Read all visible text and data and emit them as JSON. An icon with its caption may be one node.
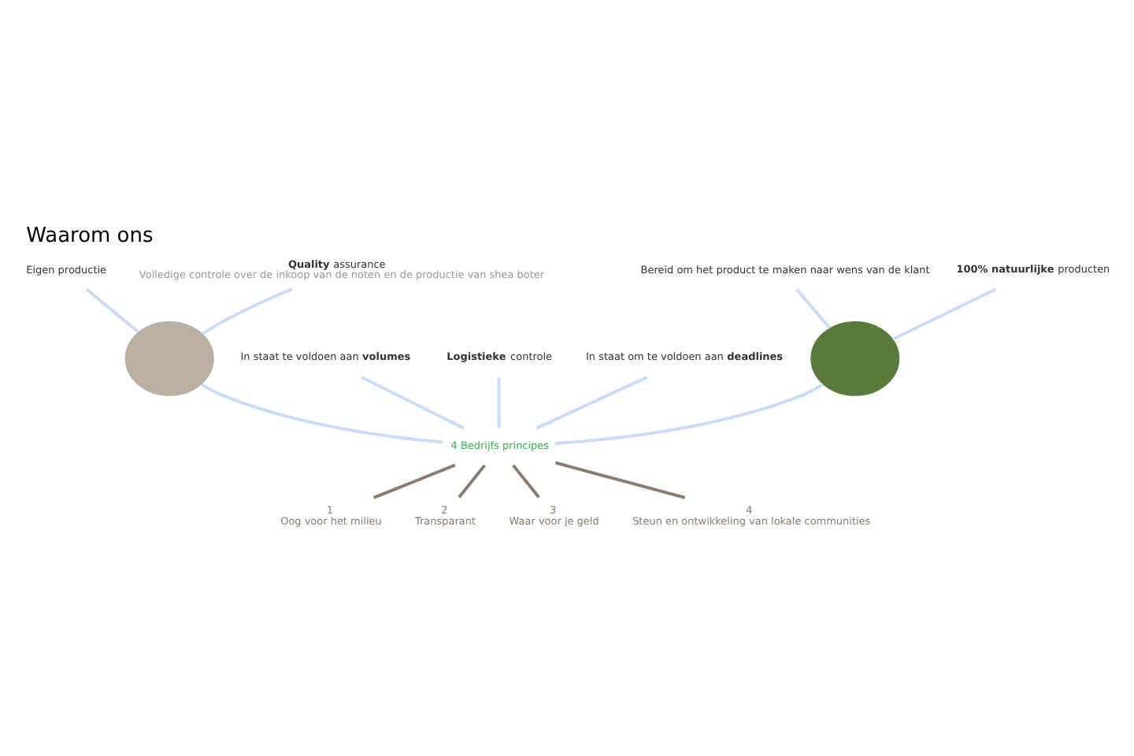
{
  "diagram": {
    "title": "Waarom ons",
    "nodes": [
      {
        "text": [
          "Eigen productie"
        ]
      },
      {
        "text": [
          "**Quality** assurance",
          "Volledige controle over de inkoop van de noten en de productie van shea boter"
        ]
      },
      {
        "text": [],
        "shape": "circle"
      },
      {
        "text": [
          "In staat te voldoen aan **volumes**"
        ]
      },
      {
        "text": [
          "Bereid om het product te maken naar wens van de klant"
        ]
      },
      {
        "text": [
          "**Logistieke** controle"
        ]
      },
      {
        "text": [
          "**100% natuurlijke** producten"
        ]
      },
      {
        "text": [
          "In staat om te voldoen aan **deadlines**"
        ]
      },
      {
        "text": [],
        "shape": "circle"
      },
      {
        "text": [
          "4 Bedrijfs principes"
        ]
      },
      {
        "text": [
          "1",
          "Oog voor het milieu"
        ]
      },
      {
        "text": [
          "2",
          "Transparant"
        ]
      },
      {
        "text": [
          "3",
          "Waar voor je geld"
        ]
      },
      {
        "text": [
          "4",
          "Steun en ontwikkeling van lokale communities"
        ]
      }
    ],
    "edges": [
      {
        "from": 0,
        "to": 2,
        "arrow": "none"
      },
      {
        "from": 1,
        "to": 2,
        "arrow": "none"
      },
      {
        "from": 2,
        "to": 9,
        "arrow": "none"
      },
      {
        "from": 3,
        "to": 9,
        "arrow": "none"
      },
      {
        "from": 4,
        "to": 8,
        "arrow": "none"
      },
      {
        "from": 6,
        "to": 8,
        "arrow": "none"
      },
      {
        "from": 8,
        "to": 9,
        "arrow": "none"
      },
      {
        "from": 5,
        "to": 9,
        "arrow": "none"
      },
      {
        "from": 7,
        "to": 9,
        "arrow": "none"
      },
      {
        "from": 9,
        "to": 10,
        "arrow": "none",
        "color": "#8b7b6b"
      },
      {
        "from": 9,
        "to": 11,
        "arrow": "none",
        "color": "#8b7b6b"
      },
      {
        "from": 9,
        "to": 12,
        "arrow": "none",
        "color": "#8b7b6b"
      },
      {
        "from": 9,
        "to": 13,
        "arrow": "none",
        "color": "#8b7b6b"
      }
    ]
  }
}
